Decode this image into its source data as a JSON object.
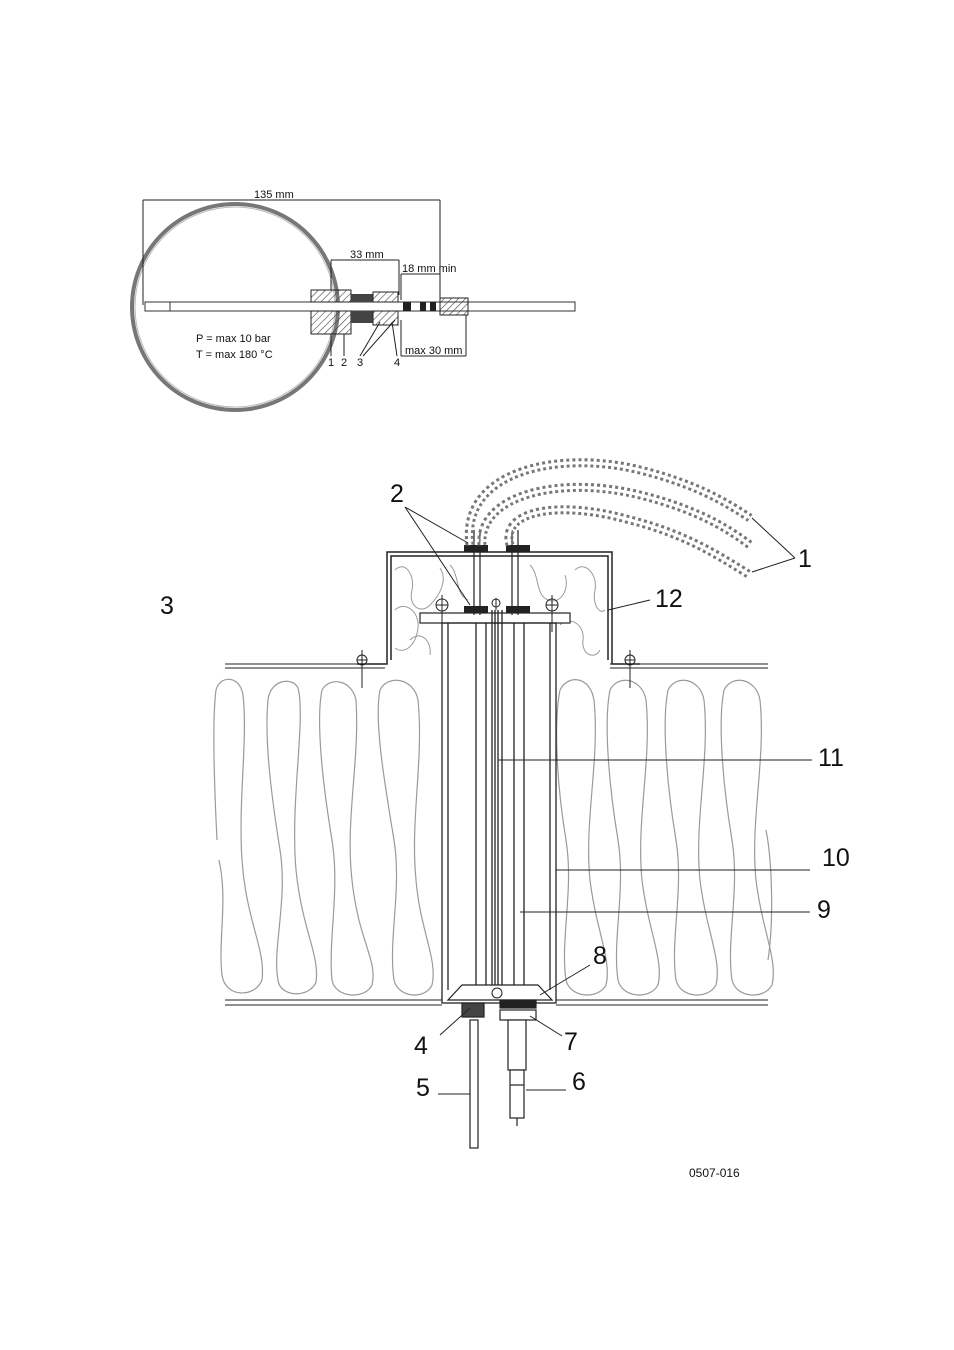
{
  "top_figure": {
    "dimensions": {
      "overall": "135 mm",
      "fitting": "33 mm",
      "min": "18 mm min",
      "max": "max 30 mm"
    },
    "conditions": {
      "pressure": "P = max 10 bar",
      "temperature": "T = max 180 °C"
    },
    "part_numbers": [
      "1",
      "2",
      "3",
      "4"
    ]
  },
  "bottom_figure": {
    "callouts": {
      "c1": "1",
      "c2": "2",
      "c3": "3",
      "c4": "4",
      "c5": "5",
      "c6": "6",
      "c7": "7",
      "c8": "8",
      "c9": "9",
      "c10": "10",
      "c11": "11",
      "c12": "12"
    }
  },
  "figure_code": "0507-016",
  "colors": {
    "line": "#222222",
    "insulation": "#9a9a9a"
  }
}
